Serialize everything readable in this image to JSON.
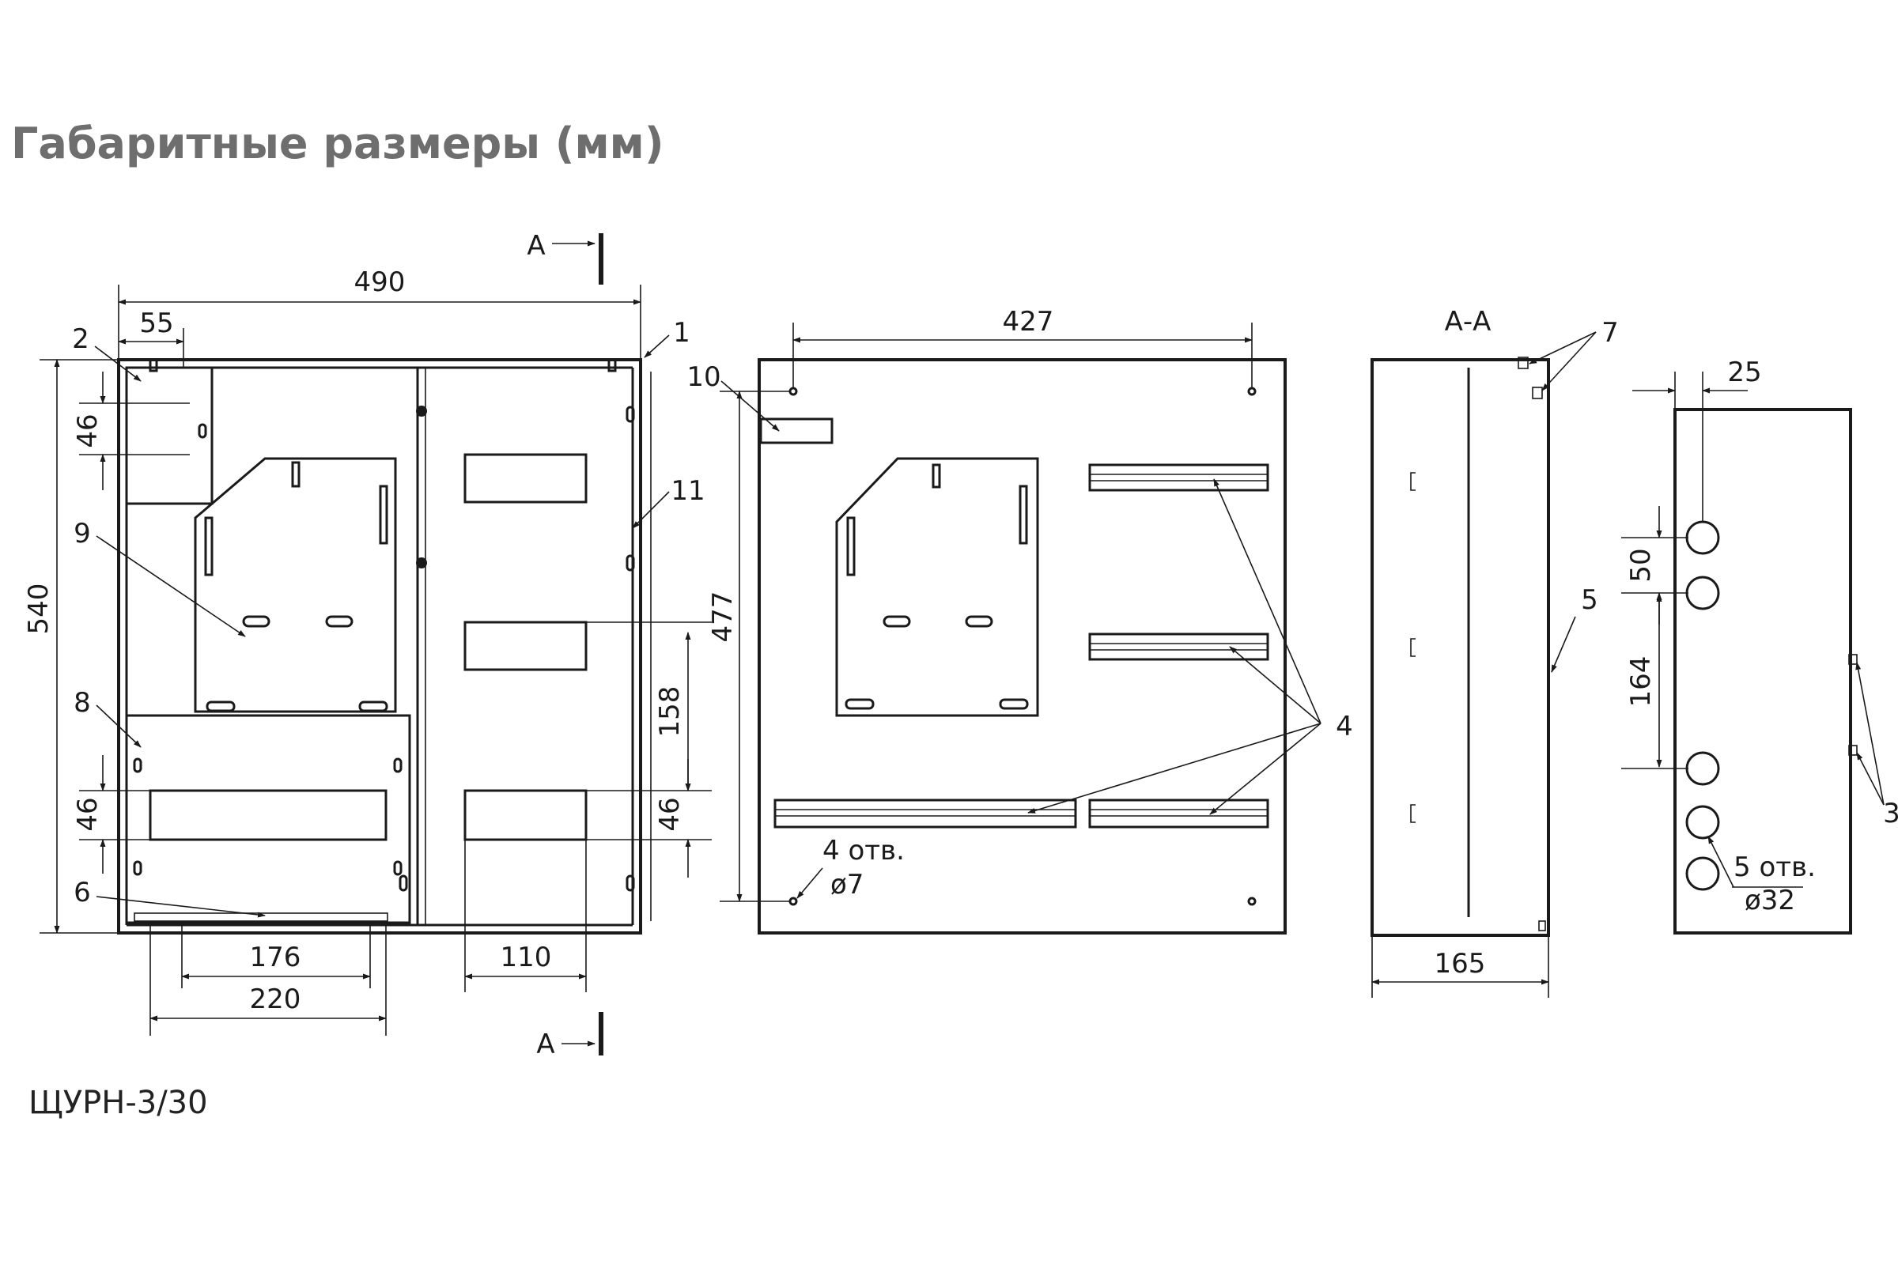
{
  "title": "Габаритные размеры (мм)",
  "model": "ЩУРН-3/30",
  "section_marker": "А",
  "section_view_label": "А-А",
  "dimensions": {
    "width_490": "490",
    "d55": "55",
    "d46_a": "46",
    "height_540": "540",
    "d46_b": "46",
    "d176": "176",
    "d220": "220",
    "d110": "110",
    "d158": "158",
    "d46_c": "46",
    "d427": "427",
    "d477": "477",
    "d165": "165",
    "d25": "25",
    "d50": "50",
    "d164": "164"
  },
  "holes": {
    "small_count": "4 отв.",
    "small_dia": "ø7",
    "large_count": "5 отв.",
    "large_dia": "ø32"
  },
  "callouts": {
    "c1": "1",
    "c2": "2",
    "c3": "3",
    "c4": "4",
    "c5": "5",
    "c6": "6",
    "c7": "7",
    "c8": "8",
    "c9": "9",
    "c10": "10",
    "c11": "11"
  }
}
